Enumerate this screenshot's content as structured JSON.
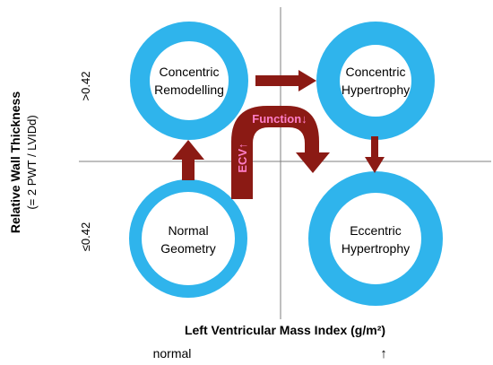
{
  "y_axis": {
    "title": "Relative Wall Thickness",
    "subtitle": "(= 2 PWT / LVIDd)",
    "tick_high": ">0.42",
    "tick_low": "≤0.42"
  },
  "x_axis": {
    "title": "Left Ventricular Mass Index (g/m²)",
    "tick_low": "normal",
    "tick_high": "↑"
  },
  "nodes": {
    "concentric_remodelling": {
      "line1": "Concentric",
      "line2": "Remodelling"
    },
    "concentric_hypertrophy": {
      "line1": "Concentric",
      "line2": "Hypertrophy"
    },
    "normal_geometry": {
      "line1": "Normal",
      "line2": "Geometry"
    },
    "eccentric_hypertrophy": {
      "line1": "Eccentric",
      "line2": "Hypertrophy"
    }
  },
  "arrows": {
    "function_label": "Function↓",
    "ecv_label": "ECV↑"
  },
  "colors": {
    "ring": "#2fb4ec",
    "arrow": "#8b1a14",
    "arrow_text": "#ff7ec8"
  }
}
